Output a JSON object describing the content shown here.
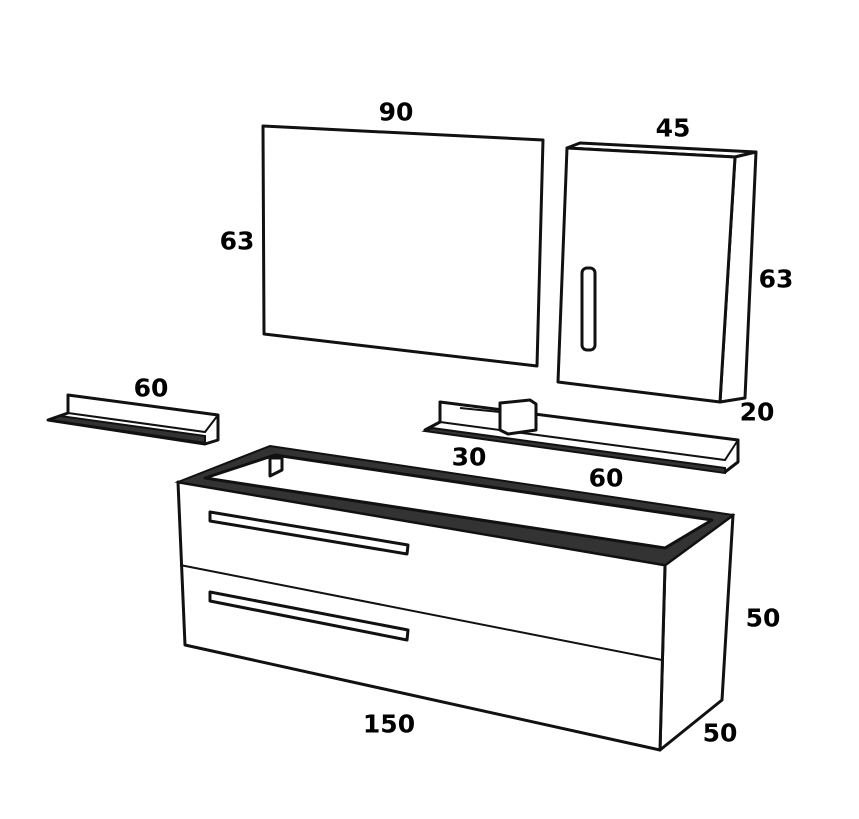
{
  "diagram": {
    "mirror": {
      "width": "90",
      "height": "63"
    },
    "wall_cabinet": {
      "width": "45",
      "height": "63",
      "depth": "20"
    },
    "left_shelf": {
      "width": "60"
    },
    "right_shelf": {
      "width": "60",
      "holder_width": "30"
    },
    "vanity": {
      "width": "150",
      "height": "50",
      "depth": "50"
    }
  }
}
